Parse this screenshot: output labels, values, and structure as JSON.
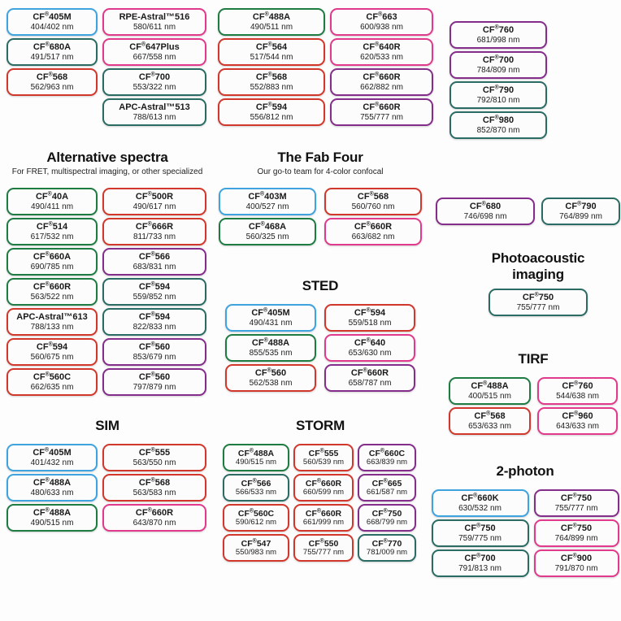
{
  "palette": {
    "blue": "#3fa3df",
    "green": "#1e7b42",
    "teal": "#2a6b63",
    "red": "#d2372c",
    "pink": "#e13a8c",
    "purple": "#842d8a"
  },
  "sections": [
    {
      "id": "top-left",
      "columns": [
        [
          {
            "name": "CF®405M",
            "value": "404/402 nm",
            "color": "blue"
          },
          {
            "name": "CF®680A",
            "value": "491/517 nm",
            "color": "teal"
          },
          {
            "name": "CF®568",
            "value": "562/963 nm",
            "color": "red"
          }
        ],
        [
          {
            "name": "RPE-Astral™516",
            "value": "580/611 nm",
            "color": "pink"
          },
          {
            "name": "CF®647Plus",
            "value": "667/558 nm",
            "color": "pink"
          },
          {
            "name": "CF®700",
            "value": "553/322 nm",
            "color": "teal"
          },
          {
            "name": "APC-Astral™513",
            "value": "788/613 nm",
            "color": "teal"
          }
        ]
      ]
    },
    {
      "id": "top-mid",
      "columns": [
        [
          {
            "name": "CF®488A",
            "value": "490/511 nm",
            "color": "green"
          },
          {
            "name": "CF®564",
            "value": "517/544 nm",
            "color": "red"
          },
          {
            "name": "CF®568",
            "value": "552/883 nm",
            "color": "red"
          },
          {
            "name": "CF®594",
            "value": "556/812 nm",
            "color": "red"
          }
        ],
        [
          {
            "name": "CF®663",
            "value": "600/938 nm",
            "color": "pink"
          },
          {
            "name": "CF®640R",
            "value": "620/533 nm",
            "color": "pink"
          },
          {
            "name": "CF®660R",
            "value": "662/882 nm",
            "color": "purple"
          },
          {
            "name": "CF®660R",
            "value": "755/777 nm",
            "color": "purple"
          }
        ]
      ]
    },
    {
      "id": "top-right",
      "columns": [
        [
          {
            "name": "CF®760",
            "value": "681/998 nm",
            "color": "purple"
          },
          {
            "name": "CF®700",
            "value": "784/809 nm",
            "color": "purple"
          },
          {
            "name": "CF®790",
            "value": "792/810 nm",
            "color": "teal"
          },
          {
            "name": "CF®980",
            "value": "852/870 nm",
            "color": "teal"
          }
        ]
      ]
    },
    {
      "id": "alt-spectra",
      "title": "Alternative spectra",
      "subtitle": "For FRET, multispectral imaging, or other specialized",
      "columns": [
        [
          {
            "name": "CF®40A",
            "value": "490/411 nm",
            "color": "green"
          },
          {
            "name": "CF®514",
            "value": "617/532 nm",
            "color": "green"
          },
          {
            "name": "CF®660A",
            "value": "690/785 nm",
            "color": "green"
          },
          {
            "name": "CF®660R",
            "value": "563/522 nm",
            "color": "green"
          },
          {
            "name": "APC-Astral™613",
            "value": "788/133 nm",
            "color": "red"
          },
          {
            "name": "CF®594",
            "value": "560/675 nm",
            "color": "red"
          },
          {
            "name": "CF®560C",
            "value": "662/635 nm",
            "color": "red"
          }
        ],
        [
          {
            "name": "CF®500R",
            "value": "490/617 nm",
            "color": "red"
          },
          {
            "name": "CF®666R",
            "value": "811/733 nm",
            "color": "red"
          },
          {
            "name": "CF®566",
            "value": "683/831 nm",
            "color": "purple"
          },
          {
            "name": "CF®594",
            "value": "559/852 nm",
            "color": "teal"
          },
          {
            "name": "CF®594",
            "value": "822/833 nm",
            "color": "teal"
          },
          {
            "name": "CF®560",
            "value": "853/679 nm",
            "color": "purple"
          },
          {
            "name": "CF®560",
            "value": "797/879 nm",
            "color": "purple"
          }
        ]
      ]
    },
    {
      "id": "fab-four",
      "title": "The Fab Four",
      "subtitle": "Our go-to team for 4-color confocal",
      "columns": [
        [
          {
            "name": "CF®403M",
            "value": "400/527 nm",
            "color": "blue"
          },
          {
            "name": "CF®468A",
            "value": "560/325 nm",
            "color": "green"
          }
        ],
        [
          {
            "name": "CF®568",
            "value": "560/760 nm",
            "color": "red"
          },
          {
            "name": "CF®660R",
            "value": "663/682 nm",
            "color": "pink"
          }
        ]
      ]
    },
    {
      "id": "right-pair",
      "columns": [
        [
          {
            "name": "CF®680",
            "value": "746/698 nm",
            "color": "purple"
          }
        ],
        [
          {
            "name": "CF®790",
            "value": "764/899 nm",
            "color": "teal"
          }
        ]
      ]
    },
    {
      "id": "photoacoustic",
      "title": "Photoacoustic imaging",
      "columns": [
        [
          {
            "name": "CF®750",
            "value": "755/777 nm",
            "color": "teal"
          }
        ]
      ]
    },
    {
      "id": "sted",
      "title": "STED",
      "columns": [
        [
          {
            "name": "CF®405M",
            "value": "490/431 nm",
            "color": "blue"
          },
          {
            "name": "CF®488A",
            "value": "855/535 nm",
            "color": "green"
          },
          {
            "name": "CF®560",
            "value": "562/538 nm",
            "color": "red"
          }
        ],
        [
          {
            "name": "CF®594",
            "value": "559/518 nm",
            "color": "red"
          },
          {
            "name": "CF®640",
            "value": "653/630 nm",
            "color": "pink"
          },
          {
            "name": "CF®660R",
            "value": "658/787 nm",
            "color": "purple"
          }
        ]
      ]
    },
    {
      "id": "tirf",
      "title": "TIRF",
      "columns": [
        [
          {
            "name": "CF®488A",
            "value": "400/515 nm",
            "color": "green"
          },
          {
            "name": "CF®568",
            "value": "653/633 nm",
            "color": "red"
          }
        ],
        [
          {
            "name": "CF®760",
            "value": "544/638 nm",
            "color": "pink"
          },
          {
            "name": "CF®960",
            "value": "643/633 nm",
            "color": "pink"
          }
        ]
      ]
    },
    {
      "id": "sim",
      "title": "SIM",
      "columns": [
        [
          {
            "name": "CF®405M",
            "value": "401/432 nm",
            "color": "blue"
          },
          {
            "name": "CF®488A",
            "value": "480/633 nm",
            "color": "blue"
          },
          {
            "name": "CF®488A",
            "value": "490/515 nm",
            "color": "green"
          }
        ],
        [
          {
            "name": "CF®555",
            "value": "563/550 nm",
            "color": "red"
          },
          {
            "name": "CF®568",
            "value": "563/583 nm",
            "color": "red"
          },
          {
            "name": "CF®660R",
            "value": "643/870 nm",
            "color": "pink"
          }
        ]
      ]
    },
    {
      "id": "storm",
      "title": "STORM",
      "columns": [
        [
          {
            "name": "CF®488A",
            "value": "490/515 nm",
            "color": "green"
          },
          {
            "name": "CF®566",
            "value": "566/533 nm",
            "color": "teal"
          },
          {
            "name": "CF®560C",
            "value": "590/612 nm",
            "color": "red"
          },
          {
            "name": "CF®547",
            "value": "550/983 nm",
            "color": "red"
          }
        ],
        [
          {
            "name": "CF®555",
            "value": "560/539 nm",
            "color": "red"
          },
          {
            "name": "CF®660R",
            "value": "660/599 nm",
            "color": "red"
          },
          {
            "name": "CF®660R",
            "value": "661/999 nm",
            "color": "red"
          },
          {
            "name": "CF®550",
            "value": "755/777 nm",
            "color": "red"
          }
        ],
        [
          {
            "name": "CF®660C",
            "value": "663/839 nm",
            "color": "purple"
          },
          {
            "name": "CF®665",
            "value": "661/587 nm",
            "color": "purple"
          },
          {
            "name": "CF®750",
            "value": "668/799 nm",
            "color": "purple"
          },
          {
            "name": "CF®770",
            "value": "781/009 nm",
            "color": "teal"
          }
        ]
      ]
    },
    {
      "id": "two-photon",
      "title": "2-photon",
      "columns": [
        [
          {
            "name": "CF®660K",
            "value": "630/532 nm",
            "color": "blue"
          },
          {
            "name": "CF®750",
            "value": "759/775 nm",
            "color": "teal"
          },
          {
            "name": "CF®700",
            "value": "791/813 nm",
            "color": "teal"
          }
        ],
        [
          {
            "name": "CF®750",
            "value": "755/777 nm",
            "color": "purple"
          },
          {
            "name": "CF®750",
            "value": "764/899 nm",
            "color": "pink"
          },
          {
            "name": "CF®900",
            "value": "791/870 nm",
            "color": "pink"
          }
        ]
      ]
    }
  ]
}
